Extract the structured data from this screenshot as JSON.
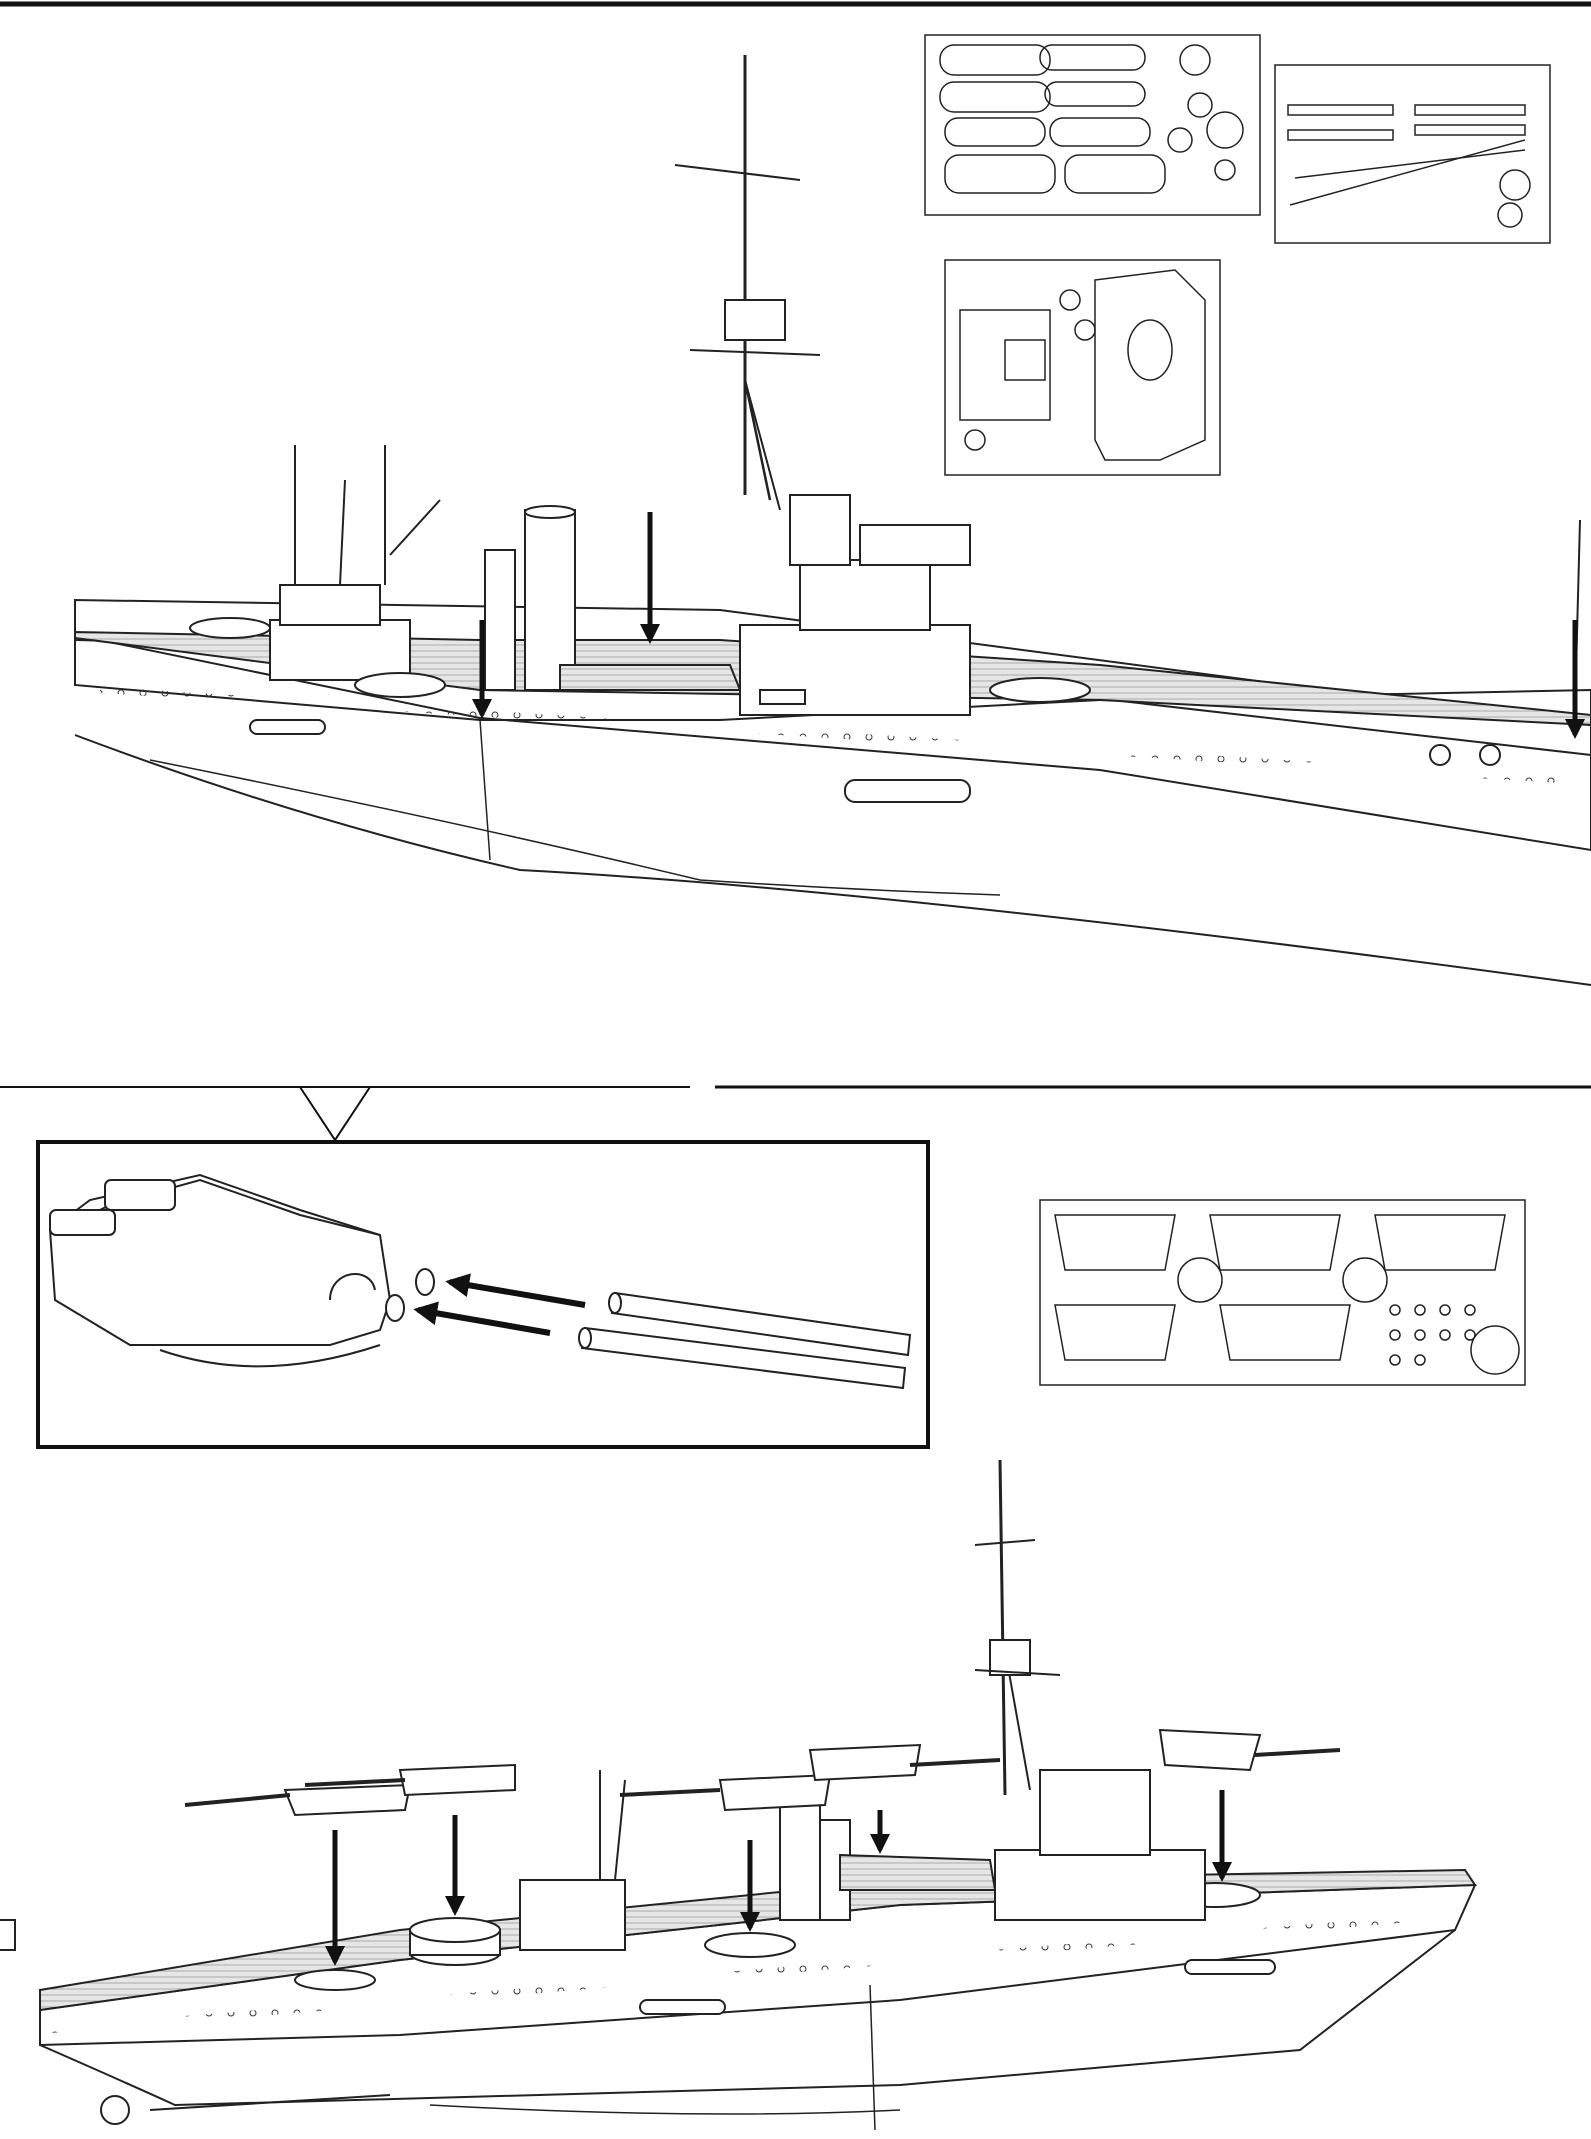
{
  "document": {
    "type": "model-kit-instruction-sheet",
    "text_labels": []
  },
  "colors": {
    "line": "#222222",
    "arrow": "#111111",
    "deck": "#cfcfcf",
    "paper": "#ffffff"
  },
  "icons": [
    "ship-hull-icon",
    "photo-etch-fret-icon",
    "gun-turret-icon",
    "gun-barrel-icon",
    "placement-arrow-icon",
    "callout-pointer-icon"
  ],
  "sections": {
    "step_a": {
      "subject": "hull-midships-stern",
      "arrows": 3,
      "frets": 3
    },
    "detail": {
      "subject": "turret-barrels",
      "arrows": 2
    },
    "step_b": {
      "subject": "full-ship-turrets",
      "arrows": 5,
      "frets": 1
    }
  }
}
